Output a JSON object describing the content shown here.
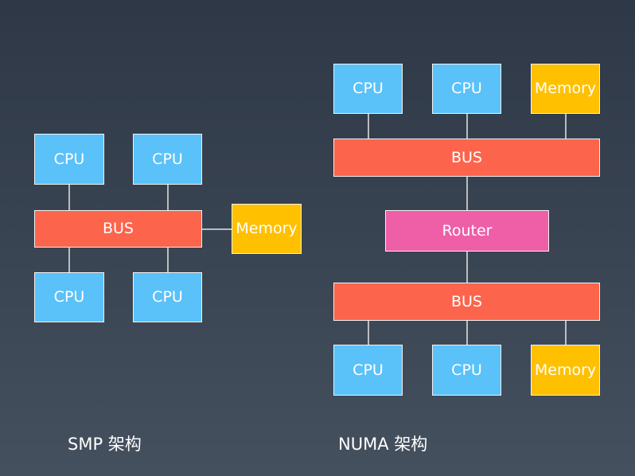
{
  "smp": {
    "caption": "SMP 架构",
    "cpu_top_left": "CPU",
    "cpu_top_right": "CPU",
    "bus": "BUS",
    "memory": "Memory",
    "cpu_bottom_left": "CPU",
    "cpu_bottom_right": "CPU"
  },
  "numa": {
    "caption": "NUMA 架构",
    "top_node": {
      "cpu_1": "CPU",
      "cpu_2": "CPU",
      "memory": "Memory",
      "bus": "BUS"
    },
    "router": "Router",
    "bottom_node": {
      "bus": "BUS",
      "cpu_1": "CPU",
      "cpu_2": "CPU",
      "memory": "Memory"
    }
  },
  "colors": {
    "cpu": "#5ac1f9",
    "bus": "#fc644c",
    "memory": "#ffc000",
    "router": "#ee5fa8",
    "connector": "#e6e6e6"
  }
}
